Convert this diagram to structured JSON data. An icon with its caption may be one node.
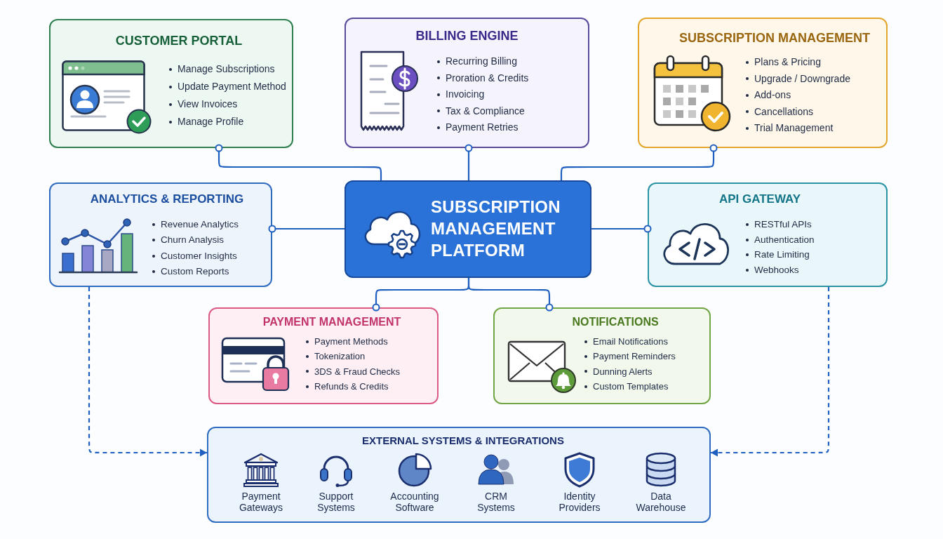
{
  "diagram": {
    "nodes": [
      {
        "text": [
          "CUSTOMER PORTAL",
          "Manage Subscriptions",
          "Update Payment Method",
          "View Invoices",
          "Manage Profile"
        ]
      },
      {
        "text": [
          "BILLING ENGINE",
          "Recurring Billing",
          "Proration & Credits",
          "Invoicing",
          "Tax & Compliance",
          "Payment Retries"
        ]
      },
      {
        "text": [
          "SUBSCRIPTION MANAGEMENT",
          "Plans & Pricing",
          "Upgrade / Downgrade",
          "Add-ons",
          "Cancellations",
          "Trial Management"
        ]
      },
      {
        "text": [
          "ANALYTICS & REPORTING",
          "Revenue Analytics",
          "Churn Analysis",
          "Customer Insights",
          "Custom Reports"
        ]
      },
      {
        "text": [
          "SUBSCRIPTION MANAGEMENT PLATFORM"
        ]
      },
      {
        "text": [
          "API GATEWAY",
          "RESTful APIs",
          "Authentication",
          "Rate Limiting",
          "Webhooks"
        ]
      },
      {
        "text": [
          "PAYMENT MANAGEMENT",
          "Payment Methods",
          "Tokenization",
          "3DS & Fraud Checks",
          "Refunds & Credits"
        ]
      },
      {
        "text": [
          "NOTIFICATIONS",
          "Email Notifications",
          "Payment Reminders",
          "Dunning Alerts",
          "Custom Templates"
        ]
      },
      {
        "text": [
          "EXTERNAL SYSTEMS & INTEGRATIONS",
          "Payment Gateways",
          "Support Systems",
          "Accounting Software",
          "CRM Systems",
          "Identity Providers",
          "Data Warehouse"
        ]
      }
    ],
    "edges": [
      {
        "from": 4,
        "to": 0,
        "arrow": "other"
      },
      {
        "from": 4,
        "to": 1,
        "arrow": "other"
      },
      {
        "from": 4,
        "to": 2,
        "arrow": "other"
      },
      {
        "from": 4,
        "to": 3,
        "arrow": "other"
      },
      {
        "from": 4,
        "to": 5,
        "arrow": "other"
      },
      {
        "from": 4,
        "to": 6,
        "arrow": "other"
      },
      {
        "from": 4,
        "to": 7,
        "arrow": "other"
      },
      {
        "from": 3,
        "to": 8,
        "arrow": "to",
        "style": "dashed"
      },
      {
        "from": 5,
        "to": 8,
        "arrow": "to",
        "style": "dashed"
      }
    ]
  }
}
